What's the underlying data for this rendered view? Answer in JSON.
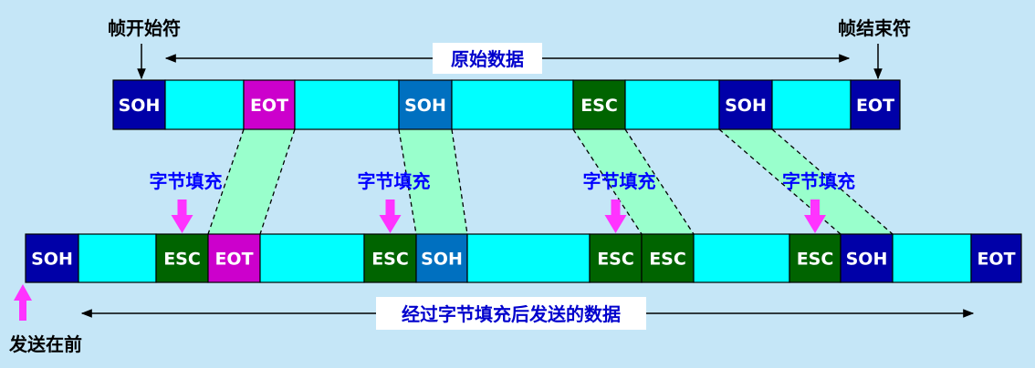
{
  "labels": {
    "frame_start": "帧开始符",
    "frame_end": "帧结束符",
    "original_data": "原始数据",
    "stuffed_data": "经过字节填充后发送的数据",
    "send_first": "发送在前",
    "byte_stuffing": "字节填充"
  },
  "original_frame": [
    {
      "text": "SOH",
      "kind": "soh"
    },
    {
      "text": "",
      "kind": "data"
    },
    {
      "text": "EOT",
      "kind": "eot_data"
    },
    {
      "text": "",
      "kind": "data"
    },
    {
      "text": "SOH",
      "kind": "soh_data"
    },
    {
      "text": "",
      "kind": "data"
    },
    {
      "text": "ESC",
      "kind": "esc"
    },
    {
      "text": "",
      "kind": "data"
    },
    {
      "text": "SOH",
      "kind": "soh"
    },
    {
      "text": "",
      "kind": "data"
    },
    {
      "text": "EOT",
      "kind": "soh"
    }
  ],
  "stuffed_frame": [
    {
      "text": "SOH",
      "kind": "soh"
    },
    {
      "text": "",
      "kind": "data"
    },
    {
      "text": "ESC",
      "kind": "esc"
    },
    {
      "text": "EOT",
      "kind": "eot_data"
    },
    {
      "text": "",
      "kind": "data"
    },
    {
      "text": "ESC",
      "kind": "esc"
    },
    {
      "text": "SOH",
      "kind": "soh_data"
    },
    {
      "text": "",
      "kind": "data"
    },
    {
      "text": "ESC",
      "kind": "esc"
    },
    {
      "text": "ESC",
      "kind": "esc"
    },
    {
      "text": "",
      "kind": "data"
    },
    {
      "text": "ESC",
      "kind": "esc"
    },
    {
      "text": "SOH",
      "kind": "soh"
    },
    {
      "text": "",
      "kind": "data"
    },
    {
      "text": "EOT",
      "kind": "soh"
    }
  ],
  "colors": {
    "background": "#c5e6f7",
    "data": "#00ffff",
    "soh": "#0000a8",
    "eot_data": "#cc00cc",
    "soh_data": "#0070c0",
    "esc": "#006400",
    "band": "#99ffcc",
    "stuff_arrow": "#ff33ff",
    "stuff_text": "#0000ff"
  }
}
